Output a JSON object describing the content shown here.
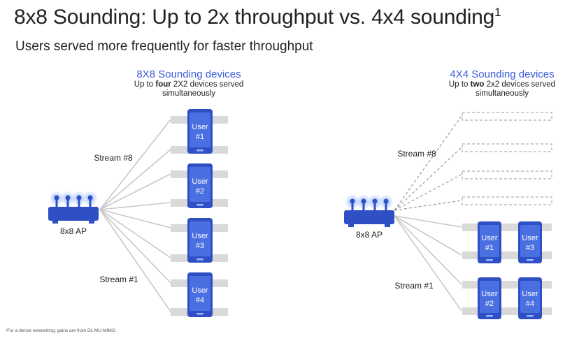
{
  "title": {
    "text": "8x8 Sounding: Up to 2x throughput vs. 4x4 sounding",
    "sup": "1"
  },
  "subtitle": "Users served more frequently for faster throughput",
  "left": {
    "heading": "8X8 Sounding devices",
    "desc_pre": "Up to ",
    "desc_bold": "four",
    "desc_post": " 2X2 devices served simultaneously",
    "ap_label": "8x8 AP",
    "stream_top": "Stream #8",
    "stream_bottom": "Stream #1",
    "users": [
      {
        "line1": "User",
        "line2": "#1"
      },
      {
        "line1": "User",
        "line2": "#2"
      },
      {
        "line1": "User",
        "line2": "#3"
      },
      {
        "line1": "User",
        "line2": "#4"
      }
    ]
  },
  "right": {
    "heading": "4X4 Sounding devices",
    "desc_pre": "Up to ",
    "desc_bold": "two",
    "desc_post": " 2x2 devices served simultaneously",
    "ap_label": "8x8 AP",
    "stream_top": "Stream #8",
    "stream_bottom": "Stream #1",
    "users": [
      {
        "line1": "User",
        "line2": "#1"
      },
      {
        "line1": "User",
        "line2": "#3"
      },
      {
        "line1": "User",
        "line2": "#2"
      },
      {
        "line1": "User",
        "line2": "#4"
      }
    ]
  },
  "footnote": "¹For a dense networking; gains are from DL MU-MIMO",
  "colors": {
    "accent": "#3a5bd9",
    "device": "#4a6fe0",
    "device_dark": "#2f4fc4",
    "bar": "#d9d9d9",
    "line": "#c8c8c8",
    "dashed": "#9a9a9a"
  }
}
